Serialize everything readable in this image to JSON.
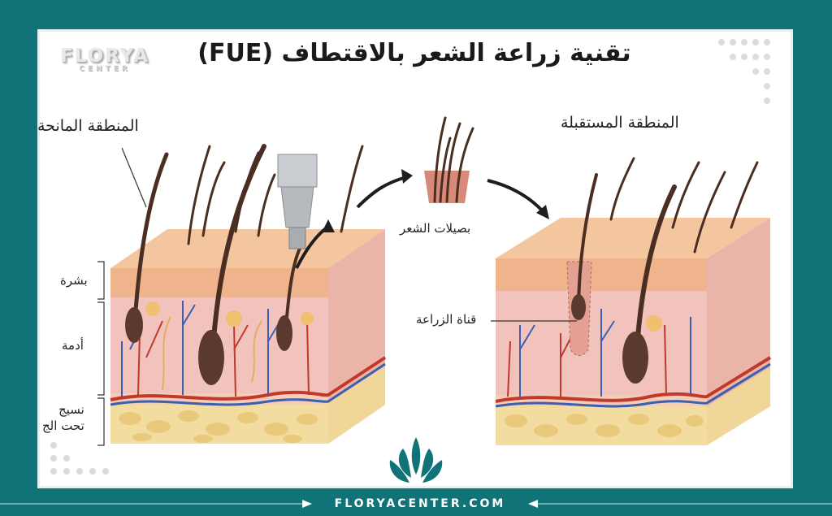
{
  "title": "تقنية زراعة الشعر بالاقتطاف (FUE)",
  "logo": {
    "line1": "FLORYA",
    "line2": "CENTER"
  },
  "labels": {
    "donor_zone": "المنطقة المانحة",
    "recipient_zone": "المنطقة المستقبلة",
    "follicles": "بصيلات الشعر",
    "channel": "قناة الزراعة",
    "epidermis": "بشرة",
    "dermis": "أدمة",
    "subcut_1": "نسيج",
    "subcut_2": "تحت الج"
  },
  "footer": {
    "website": "FLORYACENTER.COM"
  },
  "colors": {
    "frame": "#0f7377",
    "skin_top": "#f3c6a0",
    "dermis": "#f2c3bd",
    "fat": "#f3dca0",
    "hair": "#4a2e22",
    "vein": "#3d5fb0",
    "artery": "#c0392b"
  }
}
